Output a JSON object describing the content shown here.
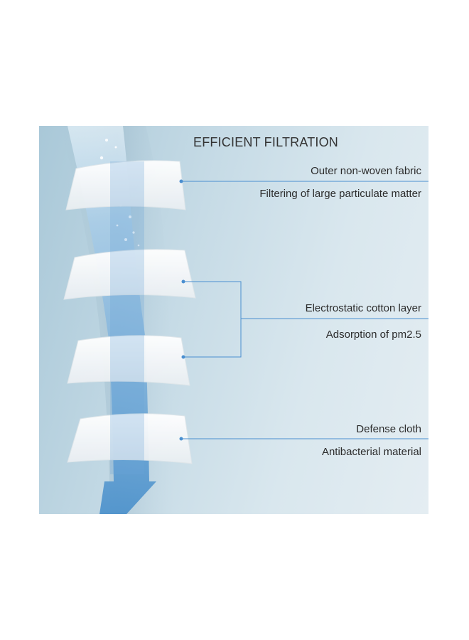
{
  "diagram": {
    "title": "EFFICIENT FILTRATION",
    "layers": [
      {
        "name": "Outer non-woven fabric",
        "description": "Filtering of large particulate matter"
      },
      {
        "name": "Electrostatic cotton layer",
        "description": "Adsorption of pm2.5"
      },
      {
        "name": "Defense cloth",
        "description": "Antibacterial material"
      }
    ],
    "colors": {
      "background": "#c9dce6",
      "flow_arrow": "#5b9bd1",
      "leader_line": "#4a8fd0",
      "text": "#2b2b2b"
    }
  }
}
